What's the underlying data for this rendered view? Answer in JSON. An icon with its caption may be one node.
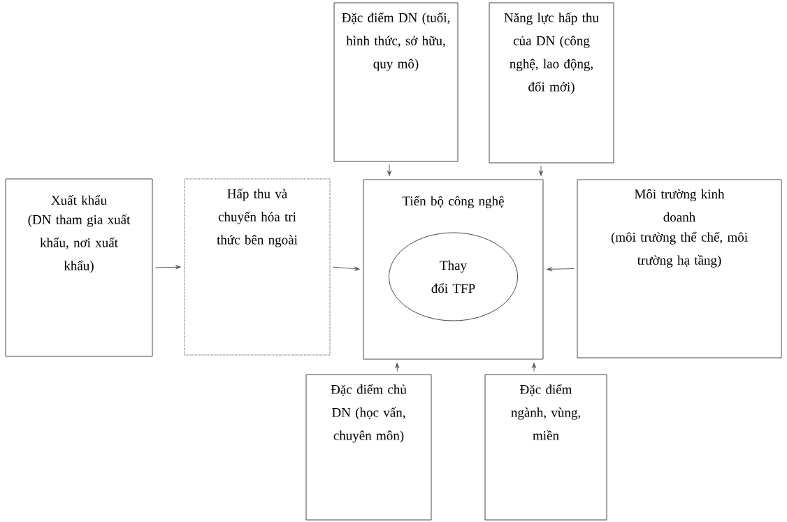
{
  "diagram": {
    "nodes": [
      {
        "text": [
          "Xuất khẩu",
          "(DN tham gia xuất khẩu, nơi xuất khẩu)"
        ]
      },
      {
        "text": [
          "Hấp thu và chuyển hóa tri thức bên ngoài"
        ]
      },
      {
        "text": [
          "Đặc điểm DN (tuổi, hình thức, sở hữu, quy mô)"
        ]
      },
      {
        "text": [
          "Năng lực hấp thu của DN (công nghệ, lao động, đổi mới)"
        ]
      },
      {
        "text": [
          "Tiến bộ công nghệ"
        ]
      },
      {
        "text": [
          "Thay đổi TFP"
        ],
        "in": 4
      },
      {
        "text": [
          "Môi trường  kinh doanh",
          "(môi trường thể chế, môi trường hạ tầng)"
        ]
      },
      {
        "text": [
          "Đặc điểm chủ DN (học vấn, chuyên môn)"
        ]
      },
      {
        "text": [
          "Đặc điểm ngành, vùng, miền"
        ]
      }
    ],
    "edges": [
      {
        "from": 0,
        "to": 1,
        "arrow": "to"
      },
      {
        "from": 1,
        "to": 4,
        "arrow": "to"
      },
      {
        "from": 2,
        "to": 4,
        "arrow": "to"
      },
      {
        "from": 3,
        "to": 4,
        "arrow": "to"
      },
      {
        "from": 6,
        "to": 4,
        "arrow": "to"
      },
      {
        "from": 7,
        "to": 4,
        "arrow": "to"
      },
      {
        "from": 8,
        "to": 4,
        "arrow": "to"
      }
    ]
  }
}
